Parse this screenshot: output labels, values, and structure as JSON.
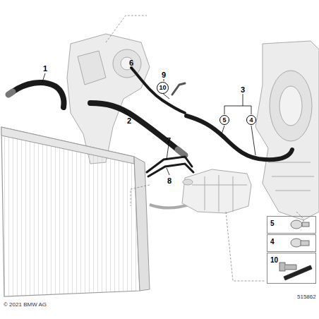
{
  "diagram": {
    "nodes": [
      {
        "text": [
          "10"
        ]
      },
      {
        "text": [
          "5"
        ]
      },
      {
        "text": [
          "4"
        ]
      },
      {
        "text": [
          "5"
        ]
      },
      {
        "text": [
          "4"
        ]
      },
      {
        "text": [
          "10"
        ]
      }
    ],
    "labels": [
      "1",
      "2",
      "3",
      "6",
      "7",
      "8",
      "9",
      "© 2021 BMW AG",
      "515862"
    ]
  }
}
